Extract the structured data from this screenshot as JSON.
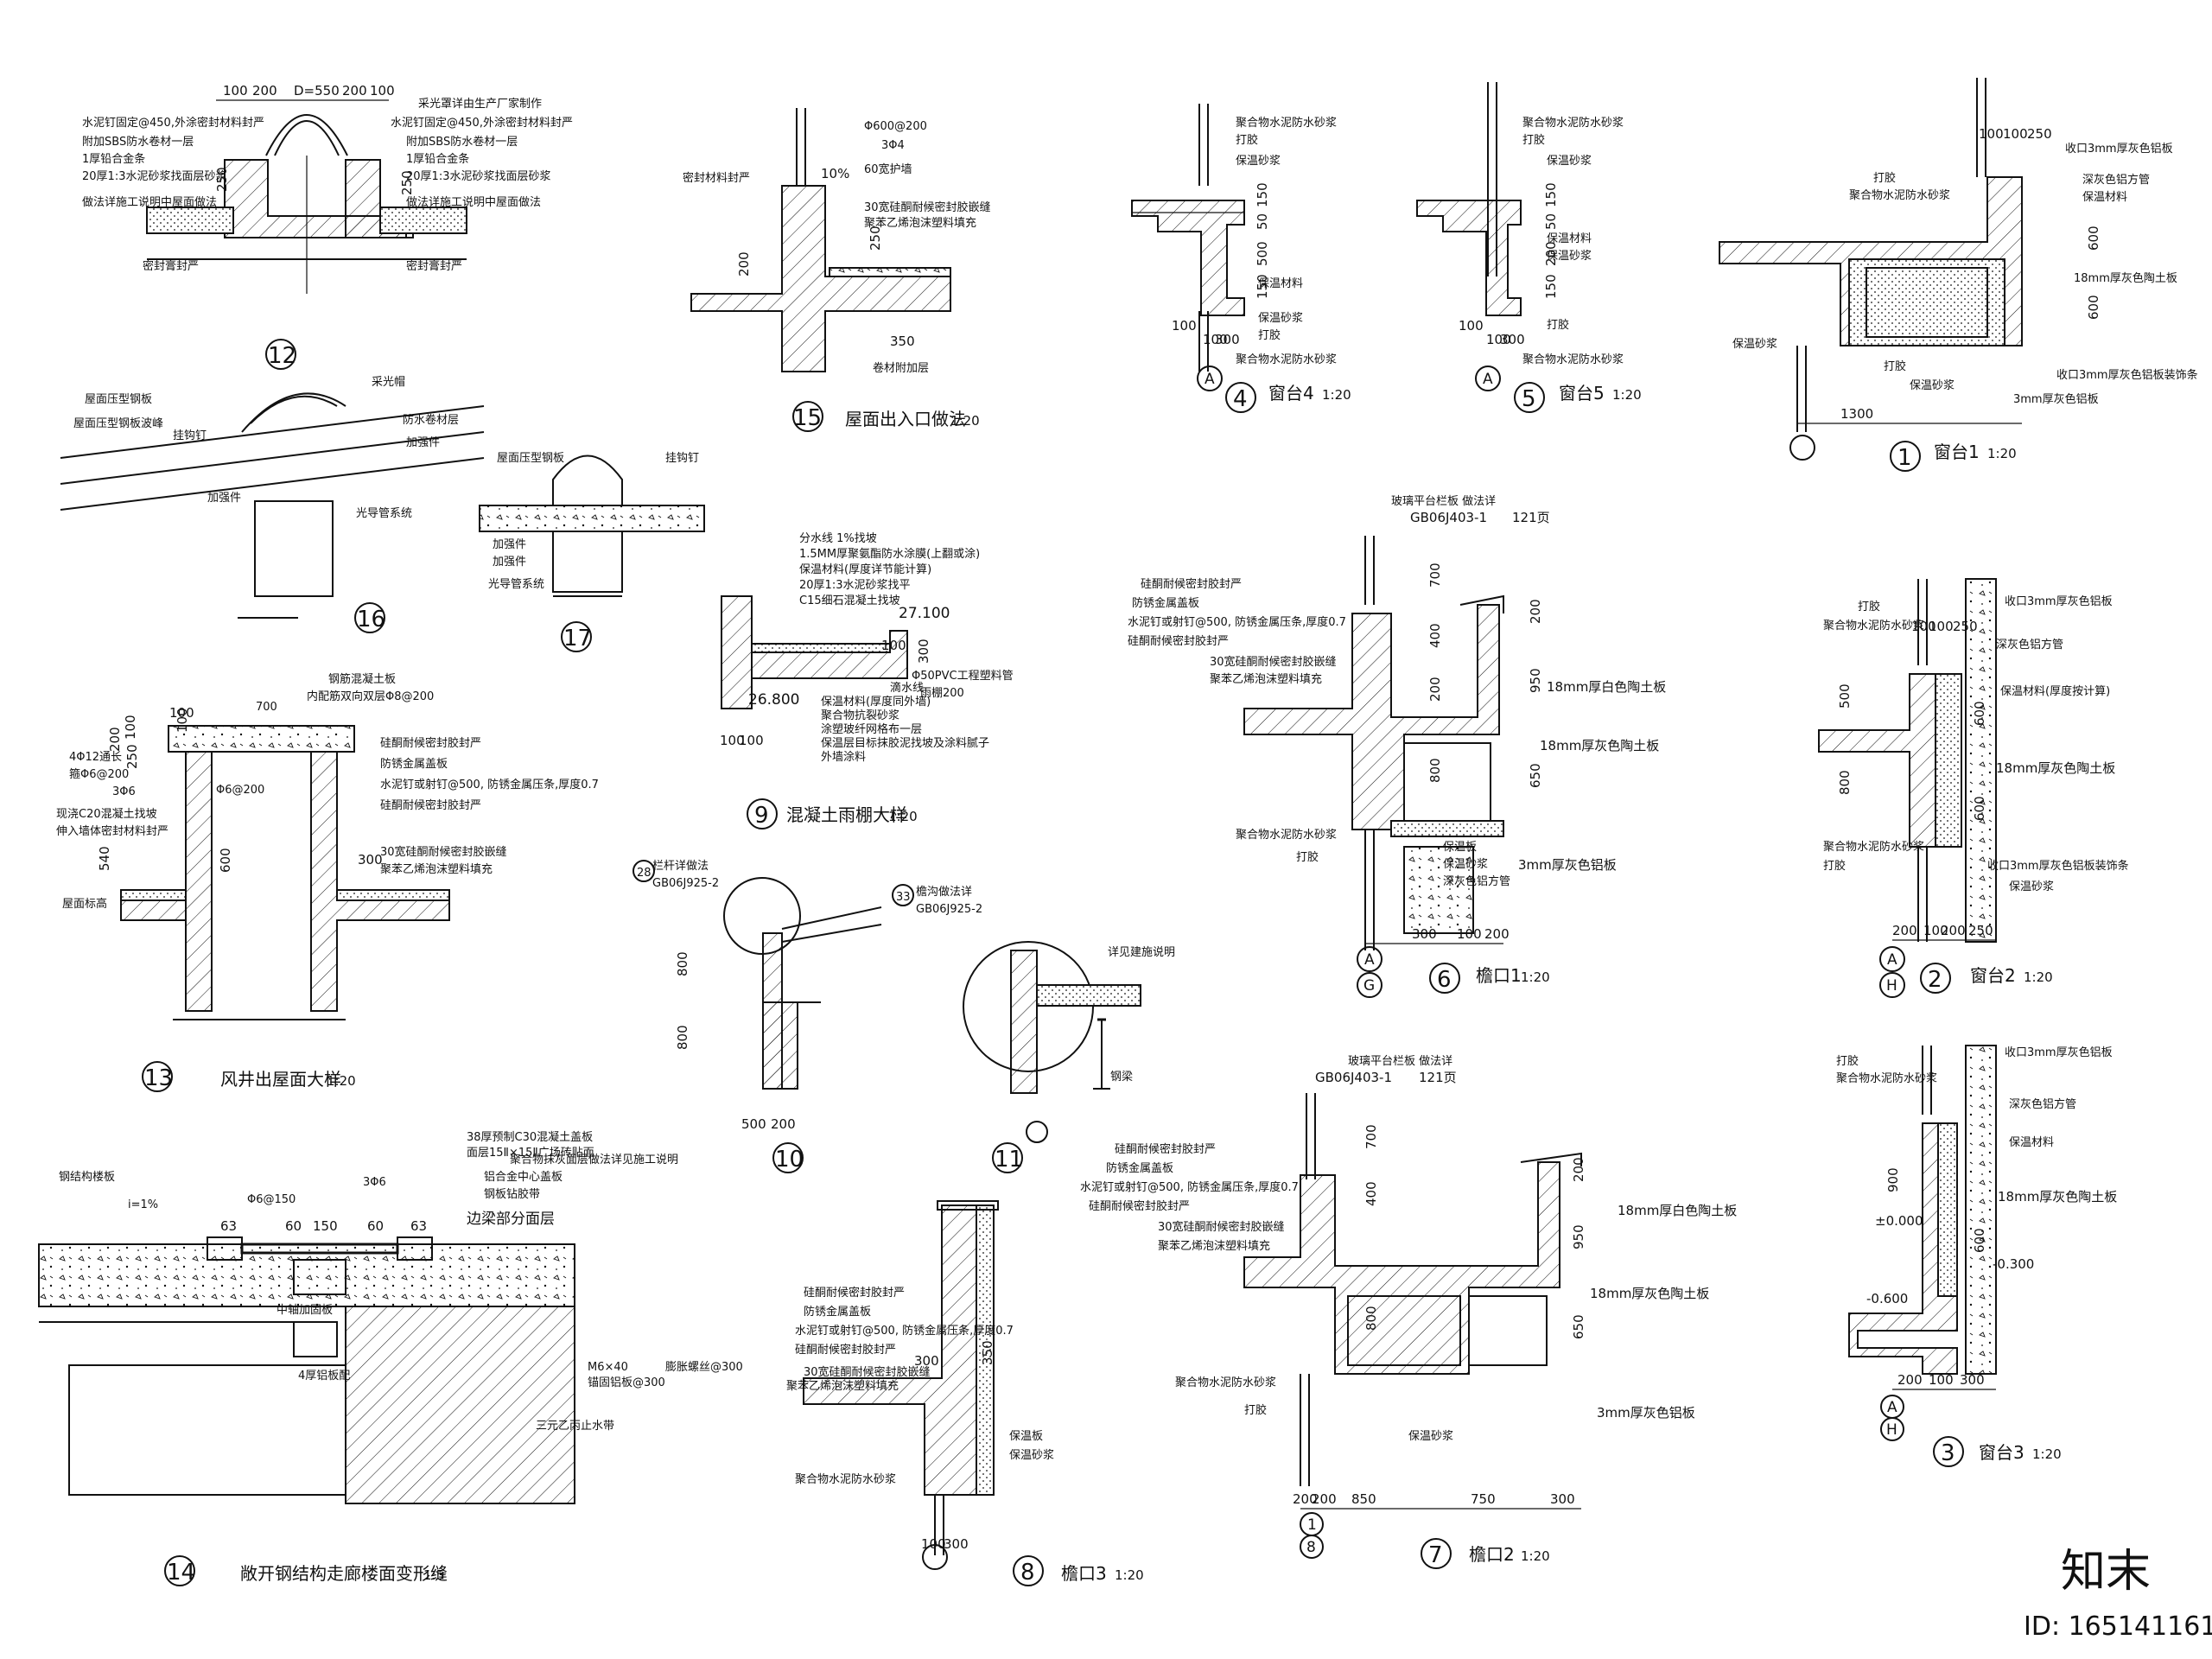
{
  "watermark": {
    "brand": "知末",
    "id": "ID: 165141161"
  },
  "details": {
    "d12": {
      "num": "12",
      "dims": [
        "100",
        "200",
        "D=550",
        "200",
        "100",
        "250",
        "250"
      ],
      "notes_left": [
        "水泥钉固定@450,外涂密封材料封严",
        "附加SBS防水卷材一层",
        "1厚铅合金条",
        "20厚1:3水泥砂浆找面层砂浆",
        "做法详施工说明中屋面做法",
        "密封膏封严"
      ],
      "notes_right": [
        "采光罩详由生产厂家制作",
        "水泥钉固定@450,外涂密封材料封严",
        "附加SBS防水卷材一层",
        "1厚铅合金条",
        "20厚1:3水泥砂浆找面层砂浆",
        "做法详施工说明中屋面做法",
        "密封膏封严"
      ]
    },
    "d15": {
      "num": "15",
      "title": "屋面出入口做法",
      "scale": "1:20",
      "notes": [
        "Φ600@200",
        "3Φ4",
        "60宽护墙",
        "30宽硅酮耐候密封胶嵌缝",
        "聚苯乙烯泡沫塑料填充",
        "密封材料封严",
        "卷材附加层"
      ],
      "dims": [
        "10%",
        "200",
        "250",
        "350"
      ]
    },
    "d16": {
      "num": "16",
      "notes": [
        "屋面压型钢板",
        "屋面压型钢板波峰",
        "挂钩钉",
        "采光帽",
        "防水卷材层",
        "加强件",
        "加强件",
        "光导管系统"
      ]
    },
    "d17": {
      "num": "17",
      "notes": [
        "屋面压型钢板",
        "挂钩钉",
        "加强件",
        "加强件",
        "光导管系统"
      ]
    },
    "d13": {
      "num": "13",
      "title": "风井出屋面大样",
      "scale": "1:20",
      "notes": [
        "钢筋混凝土板",
        "内配筋双向双层Φ8@200",
        "700",
        "硅酮耐候密封胶封严",
        "防锈金属盖板",
        "水泥钉或射钉@500, 防锈金属压条,厚度0.7",
        "硅酮耐候密封胶封严",
        "30宽硅酮耐候密封胶嵌缝",
        "聚苯乙烯泡沫塑料填充",
        "4Φ12通长",
        "箍Φ6@200",
        "3Φ6",
        "现浇C20混凝土找坡",
        "伸入墙体密封材料封严",
        "屋面标高",
        "Φ6@200"
      ],
      "dims": [
        "100",
        "200",
        "100",
        "250",
        "100",
        "540",
        "600",
        "300"
      ]
    },
    "d9": {
      "num": "9",
      "title": "混凝土雨棚大样",
      "scale": "1:20",
      "notes": [
        "分水线 1%找坡",
        "1.5MM厚聚氨酯防水涂膜(上翻或涂)",
        "保温材料(厚度详节能计算)",
        "20厚1:3水泥砂浆找平",
        "C15细石混凝土找坡",
        "Φ50PVC工程塑料管",
        "滴水线",
        "雨棚200",
        "保温材料(厚度同外墙)",
        "聚合物抗裂砂浆",
        "涂塑玻纤网格布一层",
        "保温层目标抹胶泥找坡及涂料腻子",
        "外墙涂料"
      ],
      "dims": [
        "27.100",
        "26.800",
        "300",
        "100",
        "100",
        "100"
      ]
    },
    "d10": {
      "num": "10",
      "notes": [
        "栏杆详做法",
        "GB06J925-2"
      ],
      "ref": "28",
      "dims": [
        "800",
        "800",
        "500",
        "200"
      ]
    },
    "d11": {
      "num": "11",
      "notes": [
        "檐沟做法详",
        "GB06J925-2",
        "详见建施说明",
        "钢梁"
      ],
      "ref": "33"
    },
    "d4": {
      "num": "4",
      "title": "窗台4",
      "scale": "1:20",
      "axis": "A",
      "notes": [
        "聚合物水泥防水砂浆",
        "打胶",
        "保温砂浆",
        "保温材料",
        "保温砂浆",
        "打胶",
        "聚合物水泥防水砂浆"
      ],
      "dims": [
        "150",
        "50",
        "500",
        "150",
        "100",
        "100",
        "300"
      ]
    },
    "d5": {
      "num": "5",
      "title": "窗台5",
      "scale": "1:20",
      "axis": "A",
      "notes": [
        "聚合物水泥防水砂浆",
        "打胶",
        "保温砂浆",
        "保温材料",
        "保温砂浆",
        "打胶",
        "聚合物水泥防水砂浆"
      ],
      "dims": [
        "150",
        "50",
        "200",
        "150",
        "100",
        "100",
        "300"
      ]
    },
    "d1": {
      "num": "1",
      "title": "窗台1",
      "scale": "1:20",
      "notes": [
        "收口3mm厚灰色铝板",
        "打胶",
        "聚合物水泥防水砂浆",
        "深灰色铝方管",
        "保温材料",
        "18mm厚灰色陶土板",
        "保温砂浆",
        "打胶",
        "保温砂浆",
        "收口3mm厚灰色铝板装饰条",
        "3mm厚灰色铝板"
      ],
      "dims": [
        "100",
        "100",
        "250",
        "600",
        "600",
        "1300"
      ]
    },
    "d6": {
      "num": "6",
      "title": "檐口1",
      "scale": "1:20",
      "axis": [
        "A",
        "G"
      ],
      "notes": [
        "玻璃平台栏板 做法详",
        "GB06J403-1",
        "121页",
        "硅酮耐候密封胶封严",
        "防锈金属盖板",
        "水泥钉或射钉@500, 防锈金属压条,厚度0.7",
        "硅酮耐候密封胶封严",
        "30宽硅酮耐候密封胶嵌缝",
        "聚苯乙烯泡沫塑料填充",
        "18mm厚白色陶土板",
        "18mm厚灰色陶土板",
        "聚合物水泥防水砂浆",
        "打胶",
        "保温板",
        "保温砂浆",
        "深灰色铝方管",
        "3mm厚灰色铝板"
      ],
      "dims": [
        "700",
        "200",
        "400",
        "200",
        "950",
        "800",
        "650",
        "300",
        "100",
        "200"
      ]
    },
    "d2": {
      "num": "2",
      "title": "窗台2",
      "scale": "1:20",
      "axis": [
        "A",
        "H"
      ],
      "notes": [
        "打胶",
        "聚合物水泥防水砂浆",
        "收口3mm厚灰色铝板",
        "深灰色铝方管",
        "保温材料(厚度按计算)",
        "18mm厚灰色陶土板",
        "聚合物水泥防水砂浆",
        "打胶",
        "收口3mm厚灰色铝板装饰条",
        "保温砂浆"
      ],
      "dims": [
        "100",
        "100",
        "250",
        "500",
        "800",
        "600",
        "600",
        "200",
        "100",
        "200",
        "250"
      ]
    },
    "d14": {
      "num": "14",
      "title": "敞开钢结构走廊楼面变形缝",
      "scale": "1:5",
      "notes": [
        "钢结构楼板",
        "i=1%",
        "38厚预制C30混凝土盖板",
        "面层15Ⅱ×15Ⅱ广场砖贴面",
        "聚合物抹灰面层做法详见施工说明",
        "铝合金中心盖板",
        "钢板钻胶带",
        "边梁部分面层",
        "Φ6@150",
        "3Φ6",
        "中轴加固板",
        "4厚铝板配",
        "M6×40",
        "膨胀螺丝@300",
        "锚固铝板@300",
        "三元乙丙止水带"
      ],
      "dims": [
        "63",
        "60",
        "150",
        "60",
        "63"
      ]
    },
    "d8": {
      "num": "8",
      "title": "檐口3",
      "scale": "1:20",
      "notes": [
        "硅酮耐候密封胶封严",
        "防锈金属盖板",
        "水泥钉或射钉@500, 防锈金属压条,厚度0.7",
        "硅酮耐候密封胶封严",
        "30宽硅酮耐候密封胶嵌缝",
        "聚苯乙烯泡沫塑料填充",
        "保温板",
        "保温砂浆",
        "聚合物水泥防水砂浆"
      ],
      "dims": [
        "300",
        "350",
        "100",
        "300"
      ]
    },
    "d7": {
      "num": "7",
      "title": "檐口2",
      "scale": "1:20",
      "axis": [
        "1",
        "8"
      ],
      "notes": [
        "玻璃平台栏板 做法详",
        "GB06J403-1",
        "121页",
        "硅酮耐候密封胶封严",
        "防锈金属盖板",
        "水泥钉或射钉@500, 防锈金属压条,厚度0.7",
        "硅酮耐候密封胶封严",
        "30宽硅酮耐候密封胶嵌缝",
        "聚苯乙烯泡沫塑料填充",
        "18mm厚白色陶土板",
        "18mm厚灰色陶土板",
        "聚合物水泥防水砂浆",
        "打胶",
        "保温砂浆",
        "3mm厚灰色铝板"
      ],
      "dims": [
        "700",
        "200",
        "400",
        "950",
        "800",
        "650",
        "200",
        "200",
        "850",
        "750",
        "300"
      ]
    },
    "d3": {
      "num": "3",
      "title": "窗台3",
      "scale": "1:20",
      "axis": [
        "A",
        "H"
      ],
      "notes": [
        "打胶",
        "聚合物水泥防水砂浆",
        "收口3mm厚灰色铝板",
        "深灰色铝方管",
        "保温材料",
        "18mm厚灰色陶土板"
      ],
      "dims": [
        "900",
        "600",
        "±0.000",
        "-0.300",
        "-0.600",
        "200",
        "100",
        "300"
      ]
    }
  }
}
